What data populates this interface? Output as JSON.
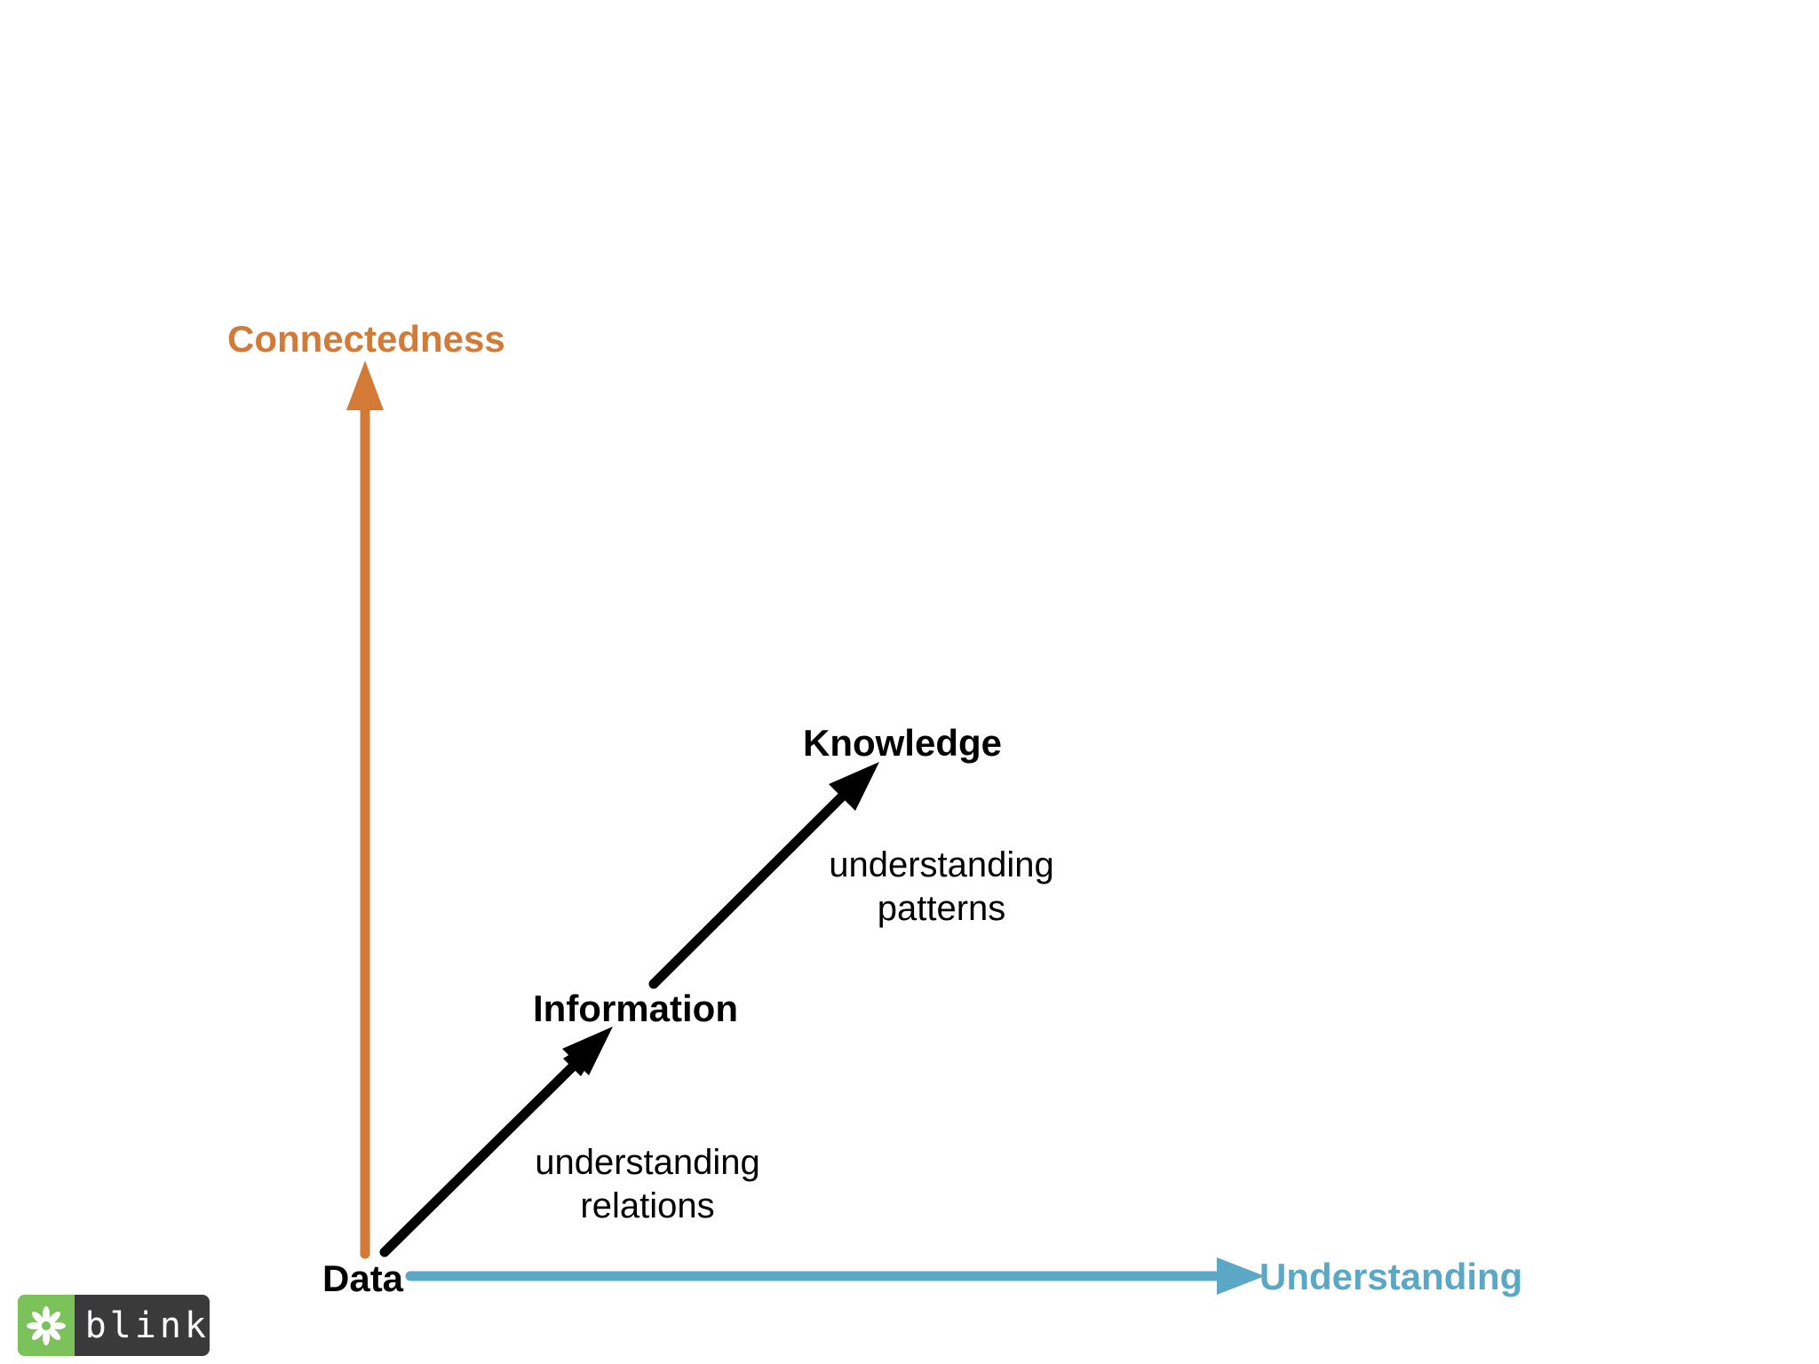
{
  "axes": {
    "vertical": {
      "label": "Connectedness",
      "color": "#d27a36"
    },
    "horizontal": {
      "label": "Understanding",
      "color": "#5aa7c6"
    }
  },
  "nodes": {
    "data": "Data",
    "information": "Information",
    "knowledge": "Knowledge"
  },
  "transitions": {
    "relations": {
      "line1": "understanding",
      "line2": "relations"
    },
    "patterns": {
      "line1": "understanding",
      "line2": "patterns"
    }
  },
  "logo": {
    "text": "blink",
    "icon": "asterisk-flower-icon",
    "icon_color": "#7cc25a",
    "text_bg": "#3a3a3a"
  },
  "colors": {
    "progression_arrow": "#000000"
  }
}
